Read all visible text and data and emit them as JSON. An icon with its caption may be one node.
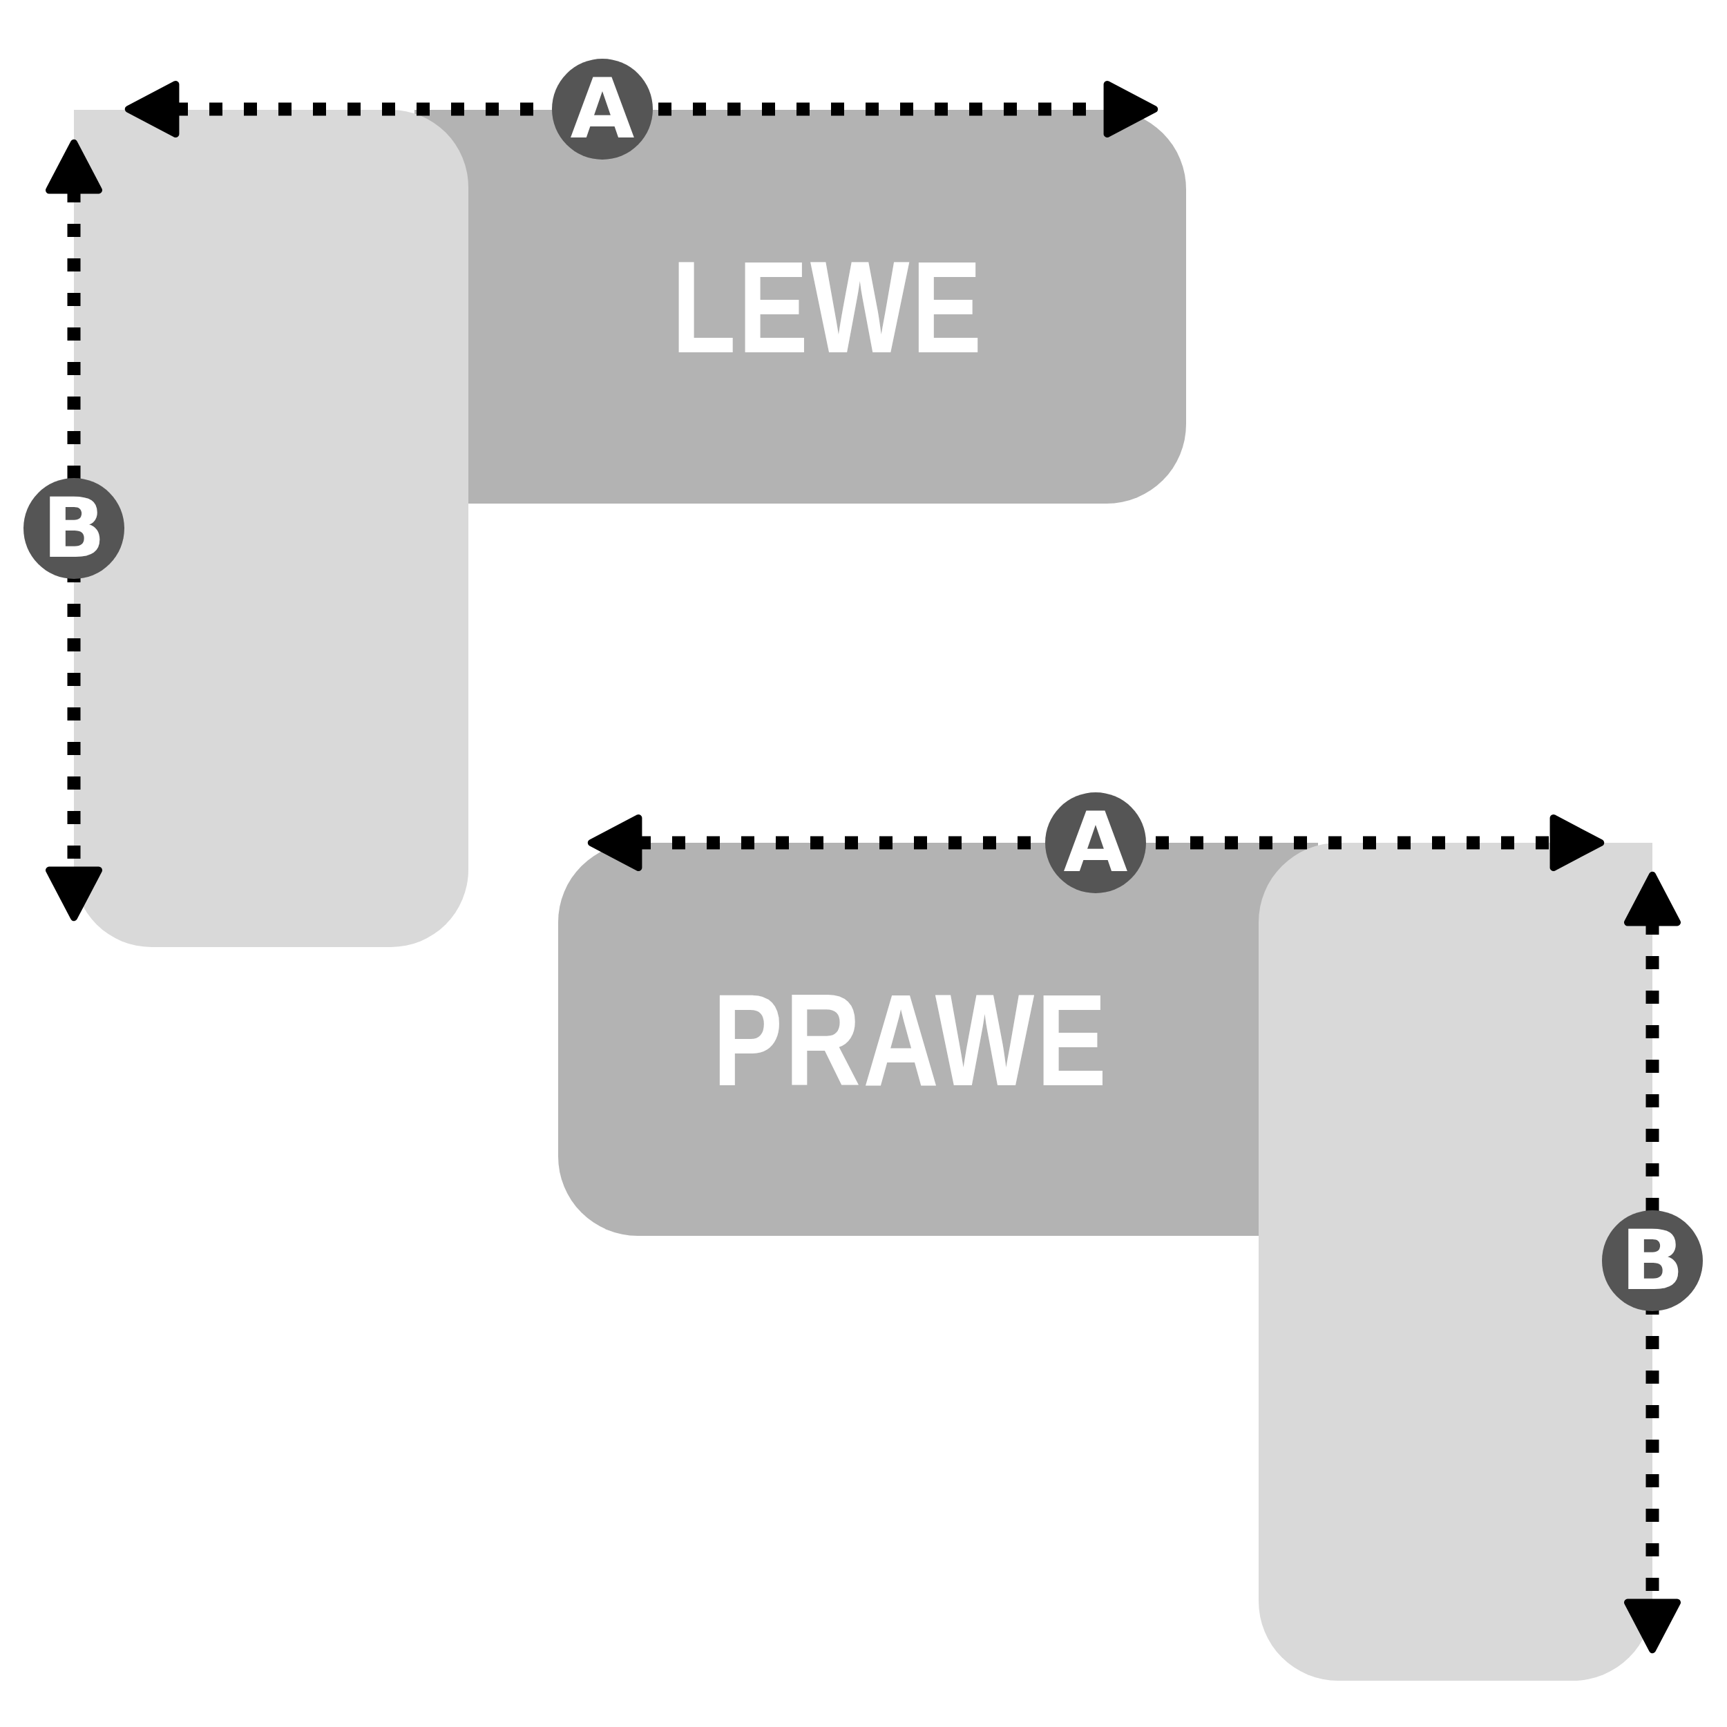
{
  "diagram": {
    "nodes": [
      {
        "text": [],
        "shape": "box"
      },
      {
        "text": [
          "LEWE"
        ]
      },
      {
        "text": [
          "PRAWE"
        ]
      },
      {
        "text": [],
        "shape": "box"
      }
    ],
    "labels": [
      "A",
      "B",
      "A",
      "B"
    ]
  }
}
